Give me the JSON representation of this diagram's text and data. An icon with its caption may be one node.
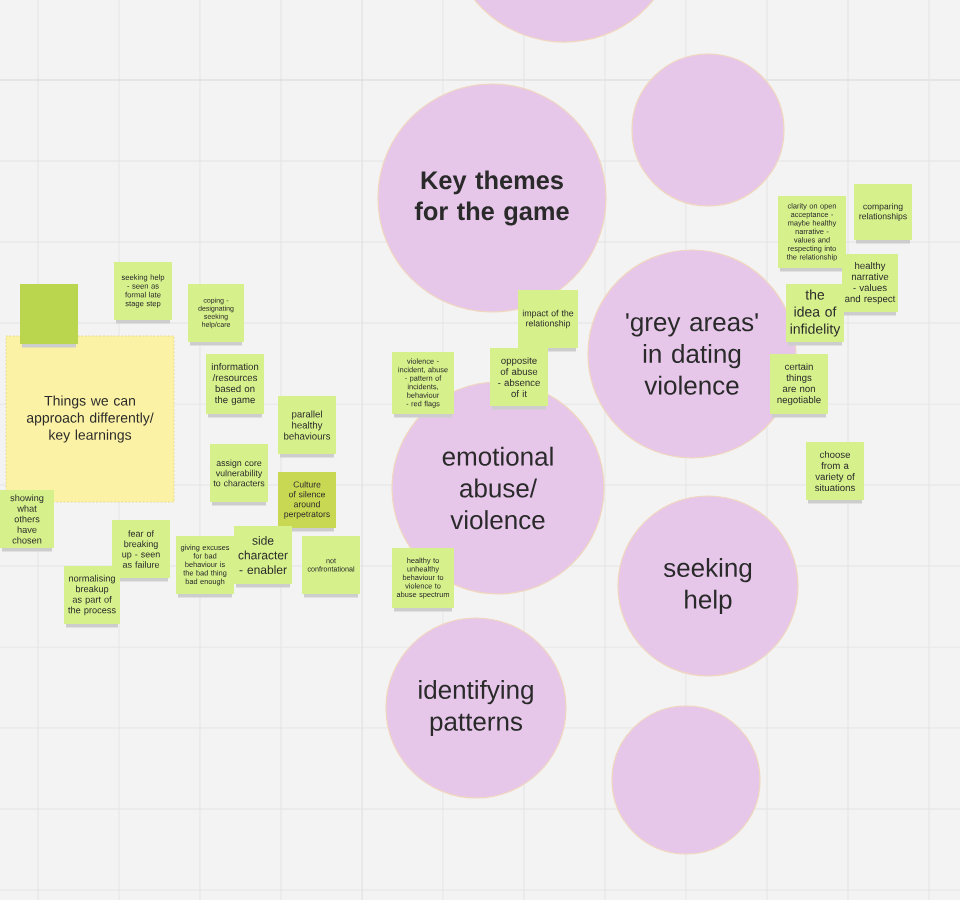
{
  "diagram": {
    "nodes": [
      {
        "text": [],
        "shape": "box"
      },
      {
        "text": [
          "seeking help - seen as formal late stage step"
        ]
      },
      {
        "text": [
          "coping - designating seeking help/care"
        ]
      },
      {
        "text": [
          "Things we can approach differently/ key learnings"
        ]
      },
      {
        "text": [
          "information /resources based on the game"
        ]
      },
      {
        "text": [
          "parallel healthy behaviours"
        ]
      },
      {
        "text": [
          "assign core vulnerability to characters"
        ]
      },
      {
        "text": [
          "Culture of silence around perpetrators"
        ]
      },
      {
        "text": [
          "showing what others have chosen"
        ]
      },
      {
        "text": [
          "fear of breaking up - seen as failure"
        ]
      },
      {
        "text": [
          "side character - enabler"
        ]
      },
      {
        "text": [
          "giving excuses for bad behaviour is the bad thing bad enough"
        ]
      },
      {
        "text": [
          "not confrontational"
        ]
      },
      {
        "text": [
          "normalising breakup as part of the process"
        ]
      },
      {
        "text": [],
        "shape": "circle"
      },
      {
        "text": [
          "Key themes for the game"
        ]
      },
      {
        "text": [],
        "shape": "circle"
      },
      {
        "text": [
          "impact of the relationship"
        ]
      },
      {
        "text": [
          "violence - incident, abuse - pattern of incidents, behaviour - red flags"
        ]
      },
      {
        "text": [
          "opposite of abuse - absence of it"
        ]
      },
      {
        "text": [
          "'grey areas' in dating violence"
        ]
      },
      {
        "text": [
          "emotional abuse/ violence"
        ]
      },
      {
        "text": [
          "healthy to unhealthy behaviour to violence to abuse spectrum"
        ]
      },
      {
        "text": [
          "seeking help"
        ]
      },
      {
        "text": [
          "identifying patterns"
        ]
      },
      {
        "text": [],
        "shape": "circle"
      },
      {
        "text": [
          "clarity on open acceptance - maybe healthy narrative - values and respecting into the relationship"
        ]
      },
      {
        "text": [
          "comparing relationships"
        ]
      },
      {
        "text": [
          "healthy narrative - values and respect"
        ]
      },
      {
        "text": [
          "the idea of infidelity"
        ]
      },
      {
        "text": [
          "certain things are non negotiable"
        ]
      },
      {
        "text": [
          "choose from a variety of situations"
        ]
      }
    ]
  }
}
